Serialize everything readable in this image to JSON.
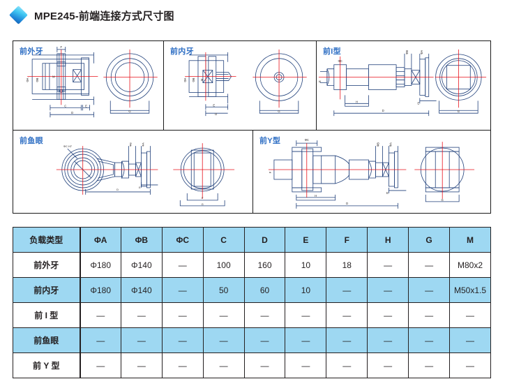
{
  "header": {
    "icon": "blue-diamond-icon",
    "title": "MPE245-前端连接方式尺寸图"
  },
  "diagrams": {
    "panels": [
      {
        "label": "前外牙",
        "name": "panel-front-external-thread",
        "dim_labels": [
          "ΦA",
          "ΦB",
          "F",
          "C",
          "D",
          "E",
          "G"
        ]
      },
      {
        "label": "前内牙",
        "name": "panel-front-internal-thread",
        "dim_labels": [
          "ΦA",
          "ΦB",
          "M",
          "D",
          "E",
          "G"
        ]
      },
      {
        "label": "前I型",
        "name": "panel-front-i-type",
        "dim_labels": [
          "ΦC",
          "ΦB",
          "ΦA",
          "H",
          "D",
          "E",
          "G"
        ]
      },
      {
        "label": "前鱼眼",
        "name": "panel-front-rod-eye",
        "dim_labels": [
          "ΦC H7",
          "ΦB",
          "ΦA",
          "D",
          "E",
          "F",
          "G"
        ]
      },
      {
        "label": "前Y型",
        "name": "panel-front-y-type",
        "dim_labels": [
          "ΦC",
          "ΦB",
          "ΦA",
          "F",
          "H",
          "D",
          "E",
          "G"
        ]
      }
    ]
  },
  "table": {
    "columns": [
      "负载类型",
      "ΦA",
      "ΦB",
      "ΦC",
      "C",
      "D",
      "E",
      "F",
      "H",
      "G",
      "M"
    ],
    "rows": [
      {
        "type": "前外牙",
        "shade": "white",
        "values": [
          "Φ180",
          "Φ140",
          "—",
          "100",
          "160",
          "10",
          "18",
          "—",
          "—",
          "M80x2"
        ]
      },
      {
        "type": "前内牙",
        "shade": "blue",
        "values": [
          "Φ180",
          "Φ140",
          "—",
          "50",
          "60",
          "10",
          "—",
          "—",
          "—",
          "M50x1.5"
        ]
      },
      {
        "type": "前 I 型",
        "shade": "white",
        "values": [
          "—",
          "—",
          "—",
          "—",
          "—",
          "—",
          "—",
          "—",
          "—",
          "—"
        ]
      },
      {
        "type": "前鱼眼",
        "shade": "blue",
        "values": [
          "—",
          "—",
          "—",
          "—",
          "—",
          "—",
          "—",
          "—",
          "—",
          "—"
        ]
      },
      {
        "type": "前 Y 型",
        "shade": "white",
        "values": [
          "—",
          "—",
          "—",
          "—",
          "—",
          "—",
          "—",
          "—",
          "—",
          "—"
        ]
      }
    ]
  },
  "colors": {
    "table_blue": "#9ed8f2",
    "label_blue": "#2f6fc4",
    "line_dark": "#231f20",
    "drawing_blue": "#1f3f7a",
    "centerline_red": "#e8121a"
  }
}
